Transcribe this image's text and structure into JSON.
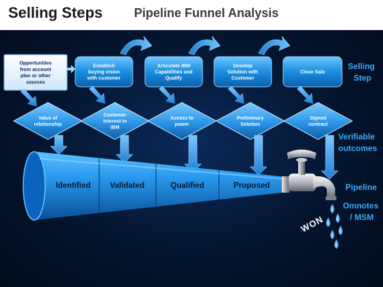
{
  "header": {
    "title": "Selling Steps",
    "subtitle": "Pipeline Funnel Analysis"
  },
  "steps": [
    {
      "lines": [
        "Opportunities",
        "from account",
        "plan or other",
        "sources"
      ]
    },
    {
      "lines": [
        "Establish",
        "buying vision",
        "with customer"
      ]
    },
    {
      "lines": [
        "Articulate IBM",
        "Capabilities and",
        "Qualify"
      ]
    },
    {
      "lines": [
        "Develop",
        "Solution with",
        "Customer"
      ]
    },
    {
      "lines": [
        "Close Sale"
      ]
    }
  ],
  "outcomes": [
    {
      "lines": [
        "Value of",
        "relationship"
      ]
    },
    {
      "lines": [
        "Customer",
        "interest in",
        "IBM"
      ]
    },
    {
      "lines": [
        "Access to",
        "power"
      ]
    },
    {
      "lines": [
        "Preliminary",
        "Solution"
      ]
    },
    {
      "lines": [
        "Signed",
        "contract"
      ]
    }
  ],
  "funnel_stages": [
    "Identified",
    "Validated",
    "Qualified",
    "Proposed"
  ],
  "side_labels": {
    "selling_step": [
      "Selling",
      "Step"
    ],
    "verifiable_outcomes": [
      "Verifiable",
      "outcomes"
    ],
    "pipeline": "Pipeline",
    "omnotes": [
      "Omnotes",
      "/ MSM"
    ]
  },
  "won_label": "WON",
  "colors": {
    "background": "#04152f",
    "box_fill": "#1a8fe0",
    "box_stroke": "#9fd6ff",
    "first_box_fill": "#e8f4ff",
    "side_label": "#3fa9f5",
    "stage_label": "#0a1a33",
    "arrow": "#2a8fe8",
    "drop": "#2f9af0"
  }
}
